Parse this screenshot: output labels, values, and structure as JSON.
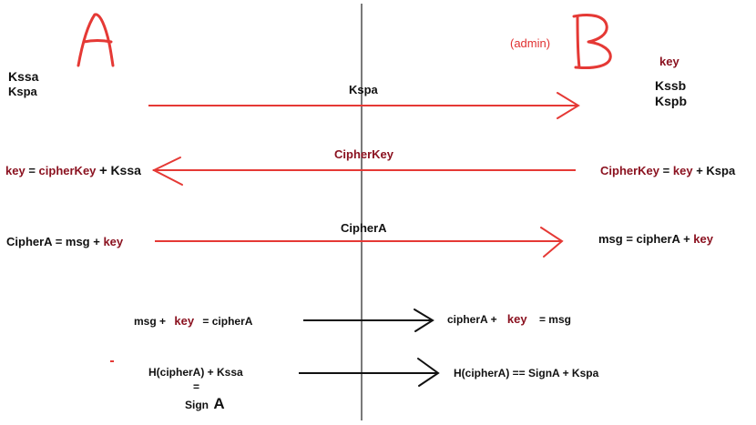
{
  "parties": {
    "a": {
      "letter": "A",
      "keys": [
        "Kssa",
        "Kspa"
      ]
    },
    "b": {
      "letter": "B",
      "role": "(admin)",
      "key_label": "key",
      "keys": [
        "Kssb",
        "Kspb"
      ]
    }
  },
  "messages": [
    {
      "label": "Kspa"
    },
    {
      "label": "CipherKey"
    },
    {
      "label": "CipherA"
    }
  ],
  "eq": {
    "a_key": {
      "lhs": "key",
      "rhs_var": "cipherKey",
      "plus": "+",
      "rhs_key": "Kssa"
    },
    "b_cipherkey": {
      "lhs": "CipherKey",
      "mid": "=",
      "var": "key",
      "rest": "+ Kspa"
    },
    "a_ciphera": {
      "pre": "CipherA = msg +",
      "var": "key"
    },
    "b_msg": {
      "pre": "msg = cipherA +",
      "var": "key"
    },
    "bottom_left_1": {
      "pre": "msg +",
      "var": "key",
      "post": "= cipherA"
    },
    "bottom_right_1": {
      "pre": "cipherA +",
      "var": "key",
      "post": "= msg"
    },
    "bottom_left_2": {
      "line1": "H(cipherA) + Kssa",
      "line2": "=",
      "line3": "Sign",
      "letter": "A"
    },
    "bottom_right_2": {
      "text": "H(cipherA) == SignA + Kspa"
    }
  },
  "colors": {
    "red_ink": "#e53935",
    "dark_red": "#8b1220",
    "black": "#111111"
  }
}
